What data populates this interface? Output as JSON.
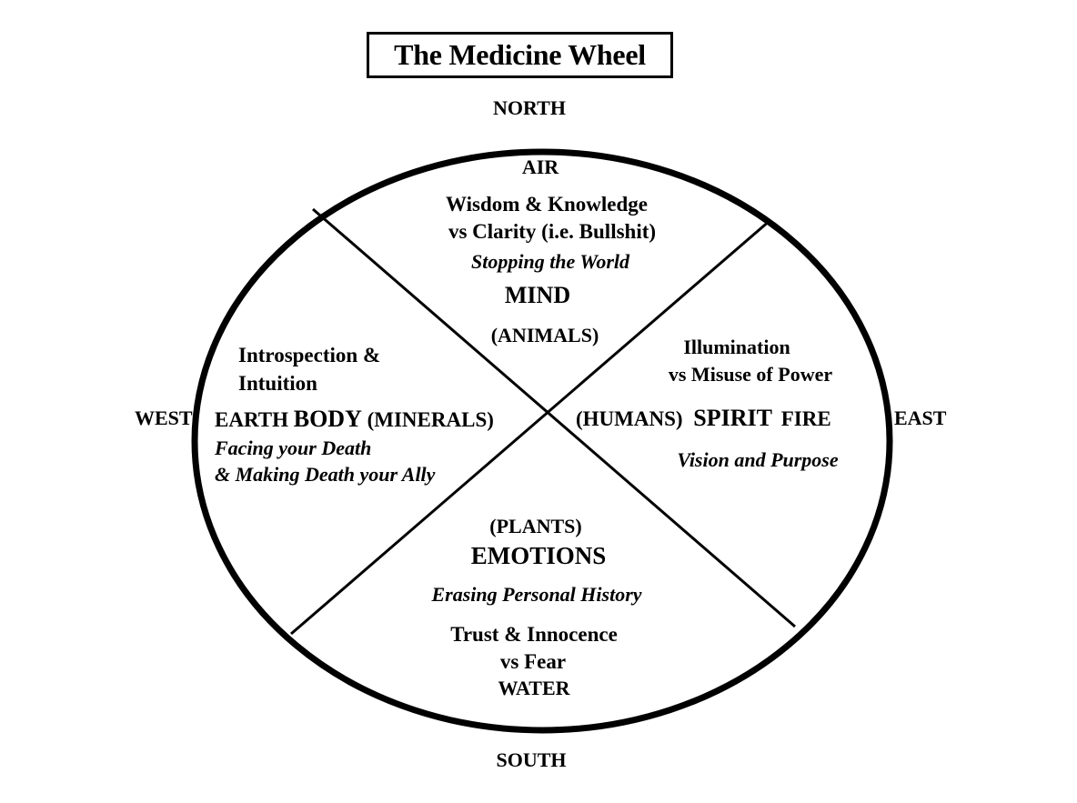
{
  "title": "The Medicine Wheel",
  "directions": {
    "north": "NORTH",
    "south": "SOUTH",
    "east": "EAST",
    "west": "WEST"
  },
  "north_quadrant": {
    "element": "AIR",
    "line1": "Wisdom & Knowledge",
    "line2": "vs Clarity  (i.e. Bullshit)",
    "italic": "Stopping the World",
    "aspect": "MIND",
    "kingdom": "(ANIMALS)"
  },
  "west_quadrant": {
    "line1": "Introspection &",
    "line2": "Intuition",
    "element": "EARTH",
    "aspect": "BODY",
    "kingdom": "(MINERALS)",
    "italic1": "Facing your Death",
    "italic2": "& Making Death your Ally"
  },
  "east_quadrant": {
    "line1": "Illumination",
    "line2": "vs Misuse of Power",
    "kingdom": "(HUMANS)",
    "aspect": "SPIRIT",
    "element": "FIRE",
    "italic": "Vision and Purpose"
  },
  "south_quadrant": {
    "kingdom": "(PLANTS)",
    "aspect": "EMOTIONS",
    "italic": "Erasing Personal History",
    "line1": "Trust & Innocence",
    "line2": "vs Fear",
    "element": "WATER"
  }
}
